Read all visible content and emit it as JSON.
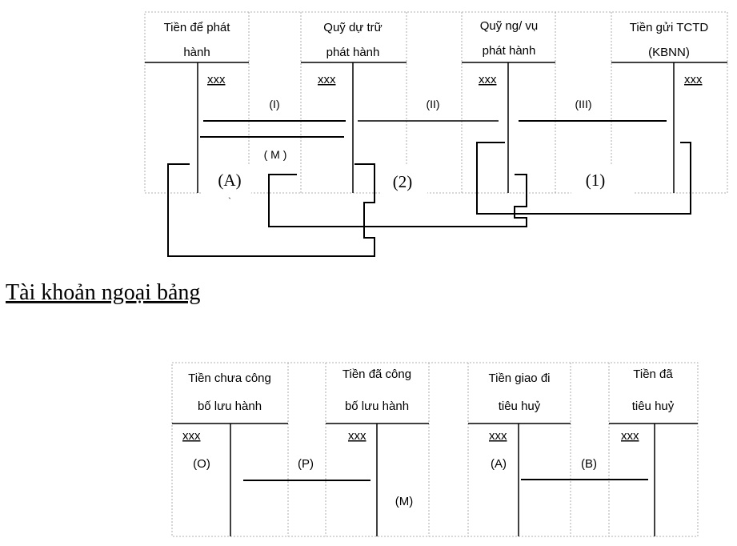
{
  "top_section": {
    "accounts": [
      {
        "line1": "Tiền để phát",
        "line2": "hành",
        "balance": "xxx"
      },
      {
        "line1": "Quỹ dự trữ",
        "line2": "phát hành",
        "balance": "xxx"
      },
      {
        "line1": "Quỹ ng/ vụ",
        "line2": "phát hành",
        "balance": "xxx"
      },
      {
        "line1": "Tiền gửi TCTD",
        "line2": "(KBNN)",
        "balance": "xxx"
      }
    ],
    "flow_labels": {
      "I": "(I)",
      "II": "(II)",
      "III": "(III)",
      "M": "( M )",
      "A": "(A)",
      "two": "(2)",
      "one": "(1)",
      "tick": "`"
    }
  },
  "section_title": "Tài khoản ngoại bảng",
  "bottom_section": {
    "accounts": [
      {
        "line1": "Tiền chưa công",
        "line2": "bố lưu hành",
        "balance": "xxx"
      },
      {
        "line1": "Tiền đã công",
        "line2": "bố lưu hành",
        "balance": "xxx"
      },
      {
        "line1": "Tiền giao đi",
        "line2": "tiêu huỷ",
        "balance": "xxx"
      },
      {
        "line1": "Tiền đã",
        "line2": "tiêu huỷ",
        "balance": "xxx"
      }
    ],
    "flow_labels": {
      "O": "(O)",
      "P": "(P)",
      "M": "(M)",
      "A": "(A)",
      "B": "(B)"
    }
  }
}
